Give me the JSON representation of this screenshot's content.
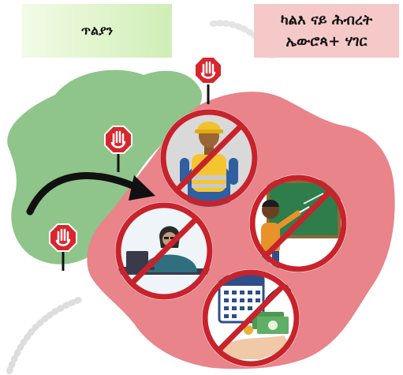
{
  "labels": {
    "italy": "ጥልያን",
    "non_eu_line1": "ካልእ ናይ ሕብረት",
    "non_eu_line2": "ኤውሮጳ+ ሃገር"
  },
  "colors": {
    "italy_region": "#8fc48a",
    "non_eu_region": "#e8848a",
    "prohibition_ring": "#c8222b",
    "stop_sign": "#d8262e",
    "arrow": "#111111"
  },
  "icons": [
    "stop-sign-icon",
    "arrow-icon",
    "no-construction-work-icon",
    "no-office-work-icon",
    "no-teaching-icon",
    "no-paid-work-icon"
  ]
}
